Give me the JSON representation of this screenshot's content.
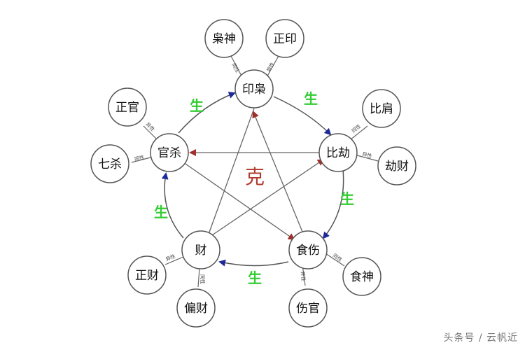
{
  "colors": {
    "sheng_arrow": "#1f2a9a",
    "ke_arrow": "#a0302a",
    "sheng_label": "#33cc33",
    "ke_label": "#b03a2e",
    "node_stroke": "#555555",
    "line": "#666666"
  },
  "center_label": "克",
  "sheng_labels": [
    "生",
    "生",
    "生",
    "生",
    "生"
  ],
  "main_nodes": {
    "yin": "印枭",
    "bi": "比劫",
    "shi": "食伤",
    "cai": "财",
    "guan": "官杀"
  },
  "sub_nodes": {
    "xiao_shen": "枭神",
    "zheng_yin": "正印",
    "bi_jian": "比肩",
    "jie_cai": "劫财",
    "shi_shen": "食神",
    "shang_guan": "伤官",
    "zheng_cai": "正财",
    "pian_cai": "偏财",
    "zheng_guan": "正官",
    "qi_sha": "七杀"
  },
  "tiny_labels": {
    "xiao_shen": "同性",
    "zheng_yin": "异性",
    "bi_jian": "同性",
    "jie_cai": "异性",
    "shi_shen": "同性",
    "shang_guan": "异性",
    "zheng_cai": "异性",
    "pian_cai": "同性",
    "zheng_guan": "异性",
    "qi_sha": "同性"
  },
  "watermark": "头条号 / 云帆近"
}
